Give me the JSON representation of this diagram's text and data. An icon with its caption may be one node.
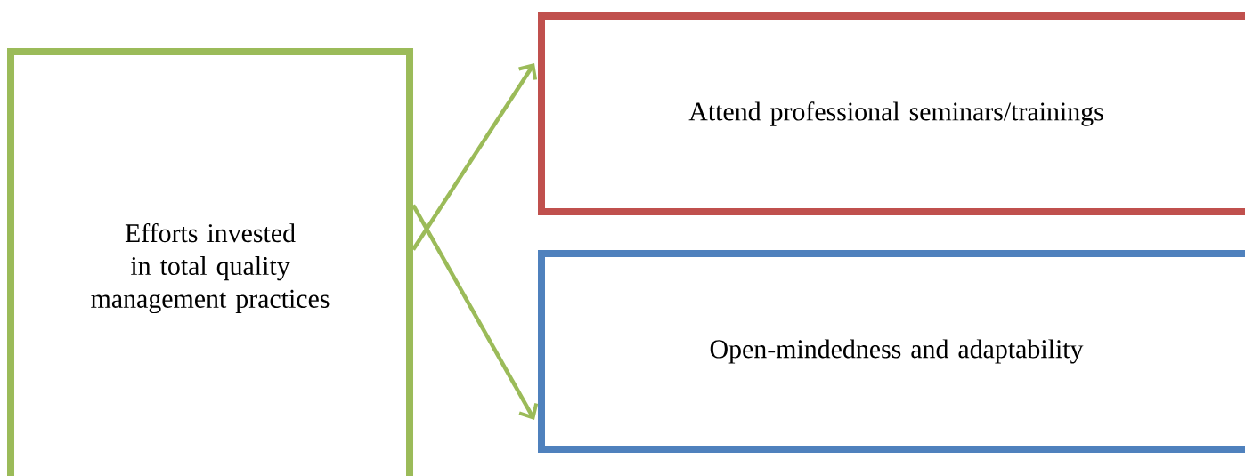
{
  "diagram": {
    "nodes": [
      {
        "text": [
          "Efforts invested in total quality management practices"
        ]
      },
      {
        "text": [
          "Attend professional seminars/trainings"
        ]
      },
      {
        "text": [
          "Open-mindedness and adaptability"
        ]
      }
    ],
    "edges": [
      {
        "from": 0,
        "to": 1,
        "arrow": "to"
      },
      {
        "from": 0,
        "to": 2,
        "arrow": "to"
      }
    ]
  }
}
